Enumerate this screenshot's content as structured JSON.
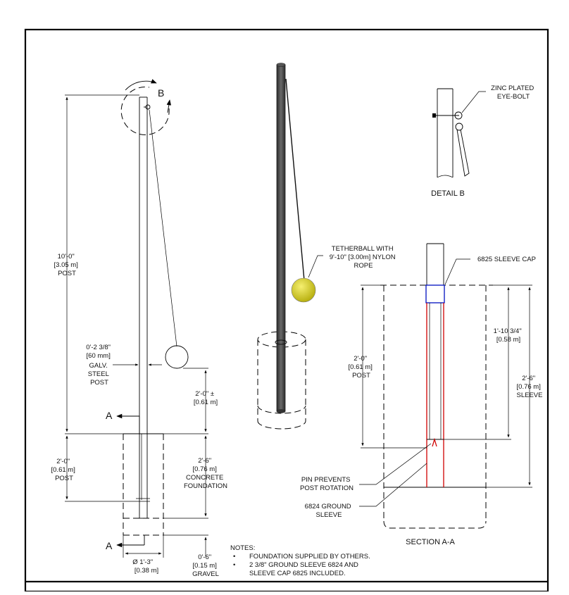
{
  "labels": {
    "detail_b_marker": "B",
    "section_a_top": "A",
    "section_a_bottom": "A",
    "post_height": [
      "10'-0\"",
      "[3.05 m]",
      "POST"
    ],
    "post_diameter": [
      "0'-2 3/8\"",
      "[60 mm]",
      "GALV.",
      "STEEL",
      "POST"
    ],
    "ball_height": [
      "2'-0\" ±",
      "[0.61 m]"
    ],
    "post_embed": [
      "2'-0\"",
      "[0.61 m]",
      "POST"
    ],
    "concrete_depth": [
      "2'-6\"",
      "[0.76 m]",
      "CONCRETE",
      "FOUNDATION"
    ],
    "foundation_diameter": [
      "Ø  1'-3\"",
      "[0.38 m]"
    ],
    "gravel_depth": [
      "0'-6\"",
      "[0.15 m]",
      "GRAVEL"
    ],
    "tetherball": [
      "TETHERBALL WITH",
      "9'-10\" [3.00m] NYLON",
      "ROPE"
    ],
    "eye_bolt": [
      "ZINC PLATED",
      "EYE-BOLT"
    ],
    "detail_b_title": "DETAIL  B",
    "sleeve_cap": "6825 SLEEVE CAP",
    "sleeve_cap_depth": [
      "1'-10 3/4\"",
      "[0.58 m]"
    ],
    "section_post": [
      "2'-0\"",
      "[0.61 m]",
      "POST"
    ],
    "section_sleeve": [
      "2'-6\"",
      "[0.76 m]",
      "SLEEVE"
    ],
    "pin_note": [
      "PIN PREVENTS",
      "POST ROTATION"
    ],
    "ground_sleeve": [
      "6824 GROUND",
      "SLEEVE"
    ],
    "section_title": "SECTION A-A"
  },
  "notes": {
    "heading": "NOTES:",
    "items": [
      [
        "FOUNDATION SUPPLIED BY OTHERS."
      ],
      [
        "2 3/8\" GROUND  SLEEVE 6824 AND",
        "SLEEVE CAP 6825 INCLUDED."
      ]
    ]
  },
  "colors": {
    "pole": "#444444",
    "ball": "#d8d020",
    "sleeve": "#d00000",
    "sleeve_cap": "#0010c0"
  }
}
